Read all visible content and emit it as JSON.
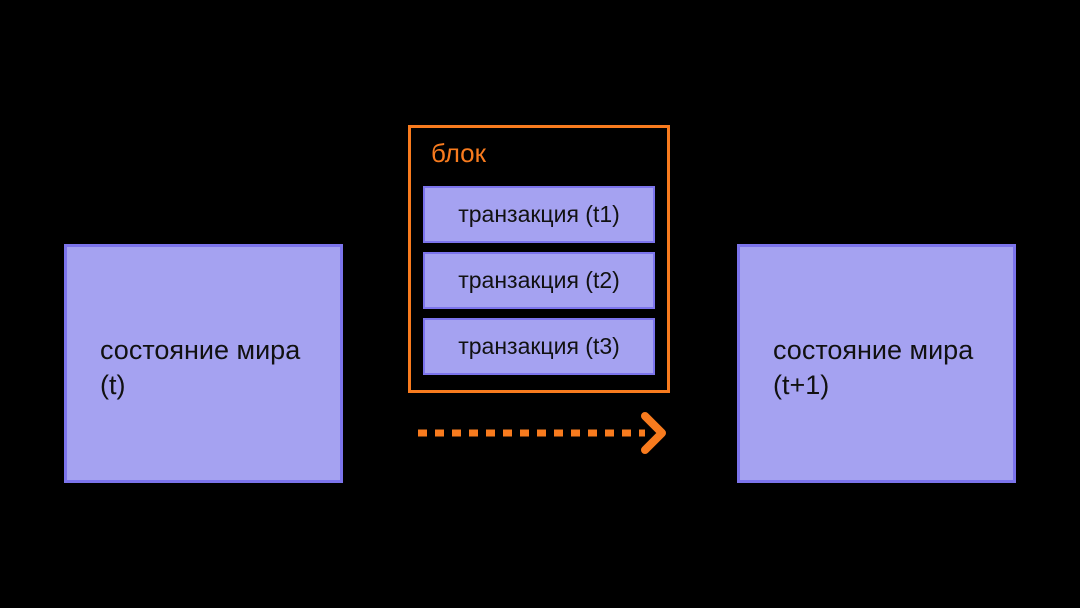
{
  "colors": {
    "bg": "#000000",
    "orange": "#f87b1e",
    "purple-fill": "#a5a2f1",
    "purple-border": "#7c74ec",
    "text": "#111111"
  },
  "diagram": {
    "state_before": {
      "lines": [
        "состояние мира",
        "(t)"
      ]
    },
    "block": {
      "label": "блок",
      "transactions": [
        "транзакция (t1)",
        "транзакция (t2)",
        "транзакция (t3)"
      ]
    },
    "state_after": {
      "lines": [
        "состояние мира",
        "(t+1)"
      ]
    },
    "arrow": {
      "direction": "right"
    }
  }
}
